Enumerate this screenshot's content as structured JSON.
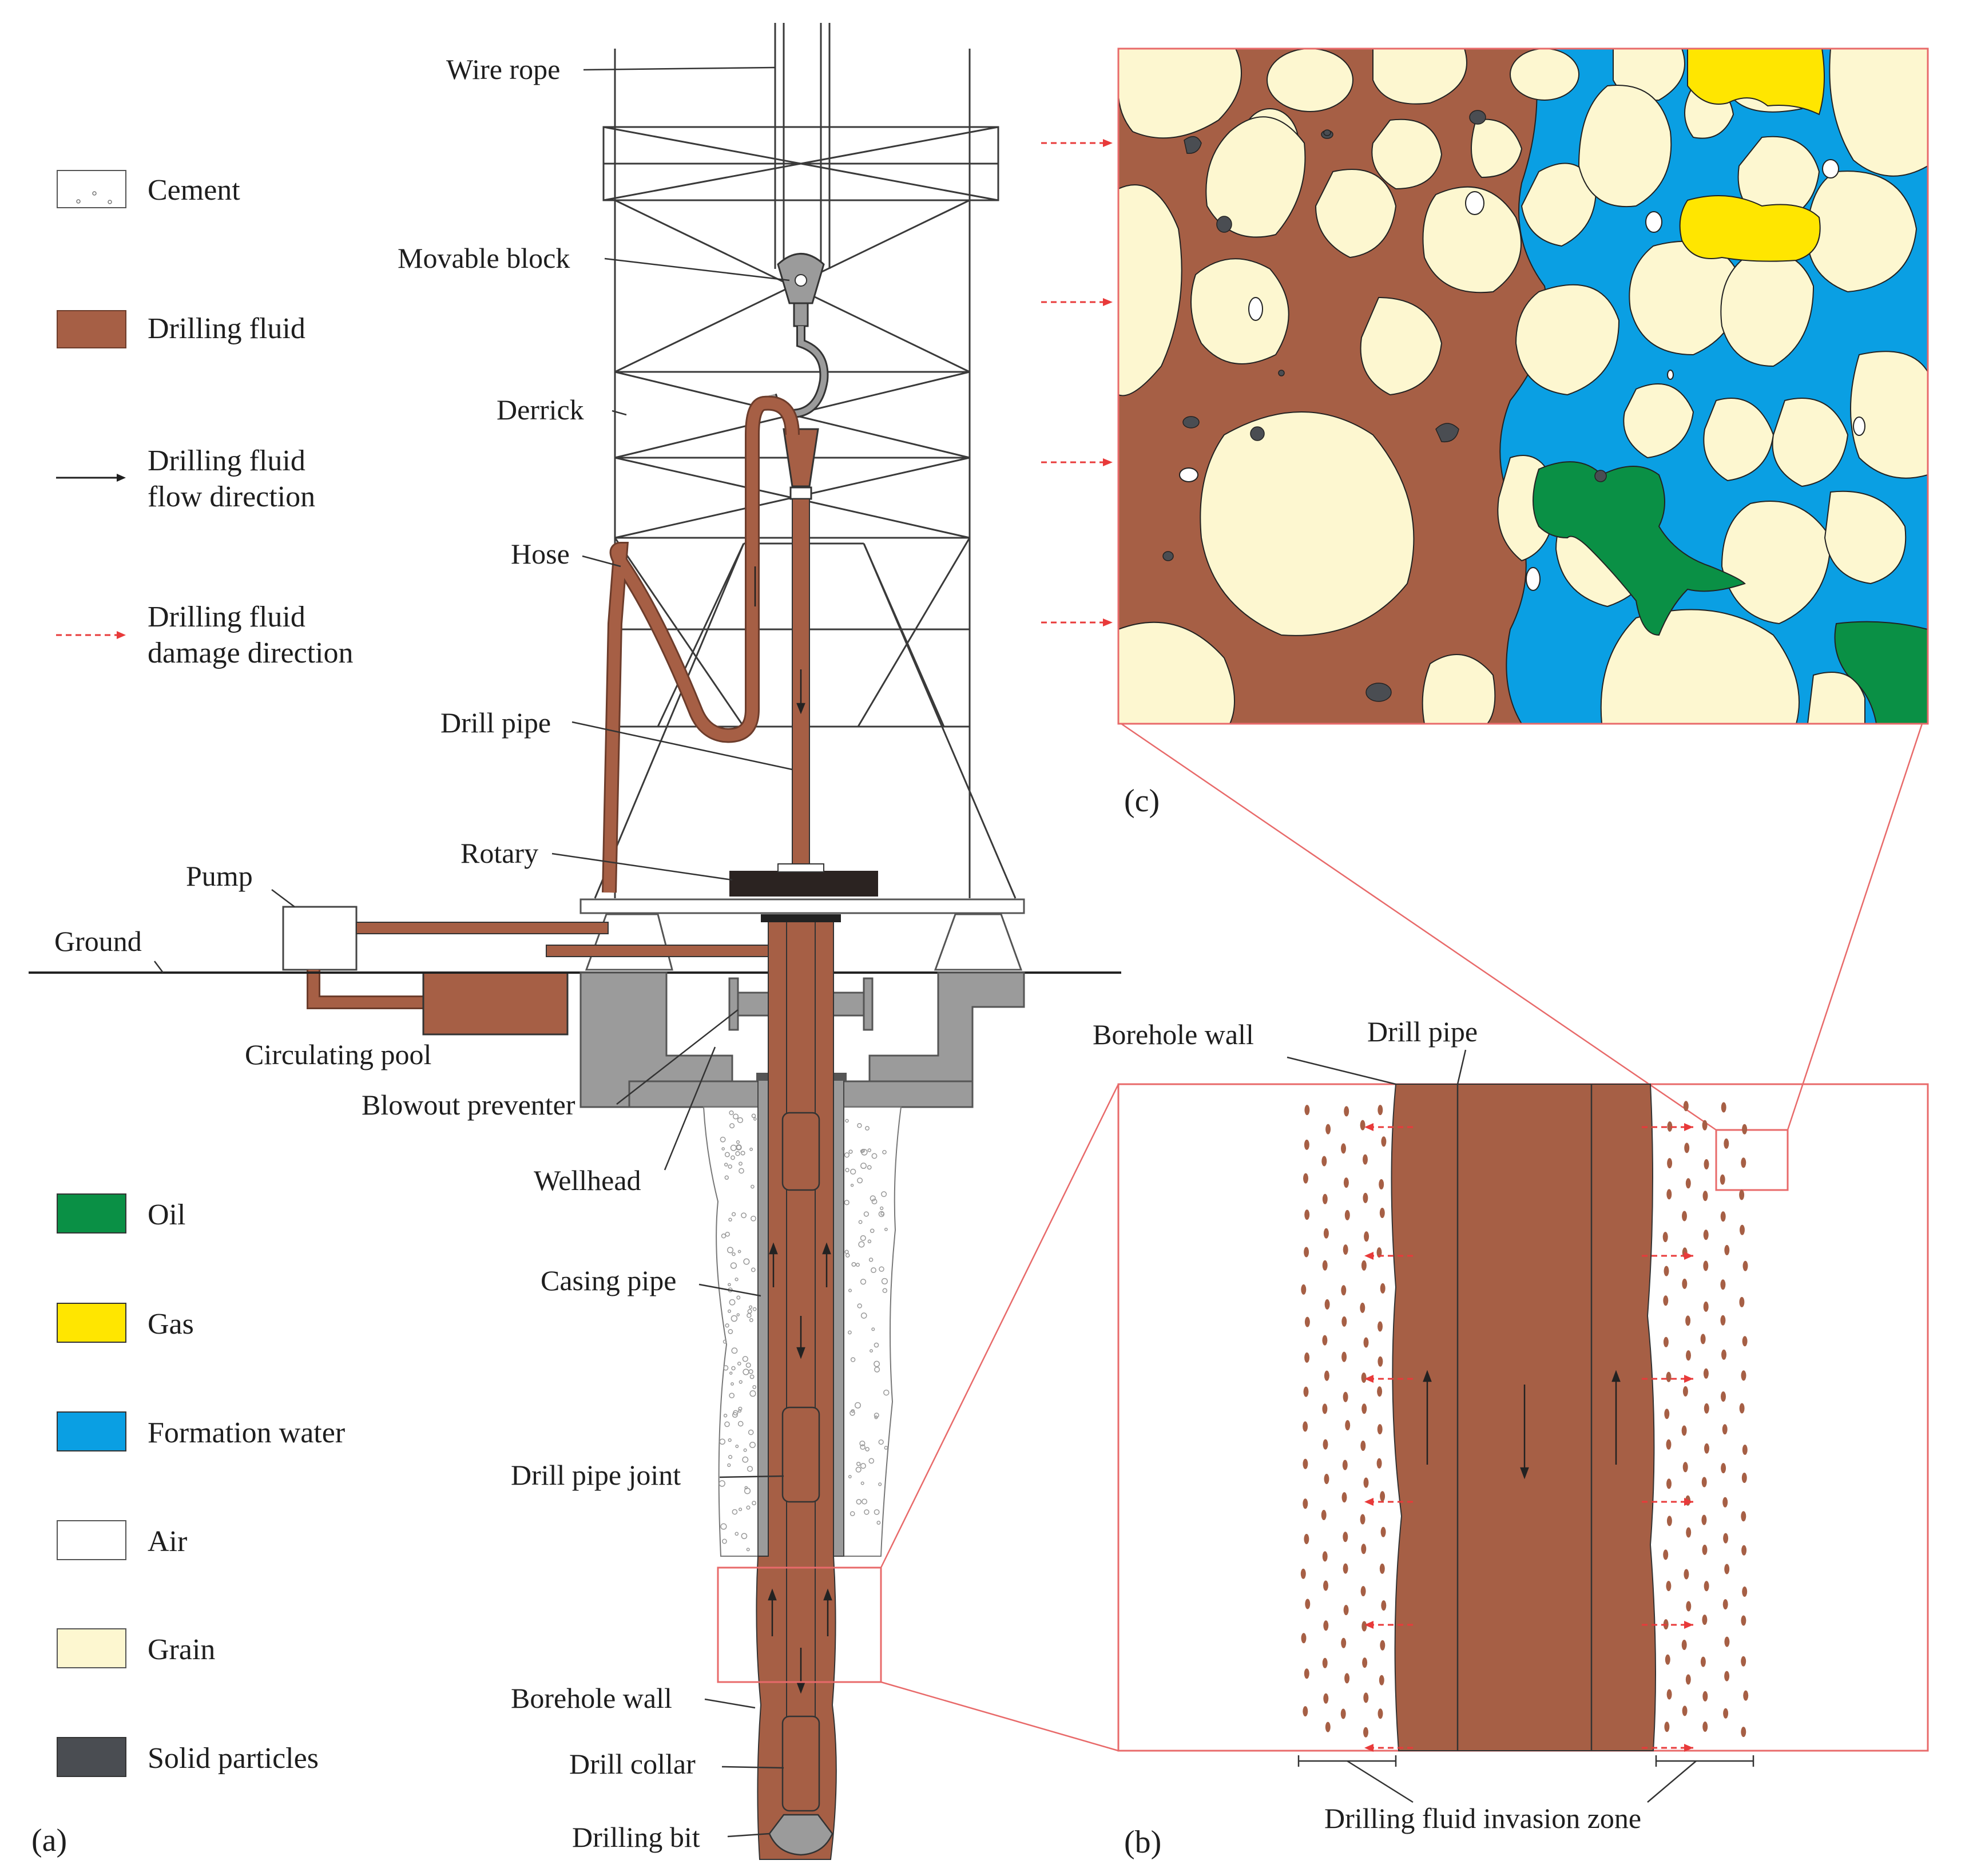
{
  "colors": {
    "drilling_fluid": "#a65f45",
    "oil": "#0a9045",
    "gas": "#ffe600",
    "formation_water": "#0a9fe3",
    "grain": "#fdf7d0",
    "solid_particles": "#4a4d52",
    "air": "#ffffff",
    "cement": "#ffffff",
    "steel": "#9b9b9b",
    "rotary": "#2b2321",
    "damage_arrow": "#e83a3a",
    "zoom_box": "#e86a6a"
  },
  "legend": [
    {
      "key": "cement",
      "label": "Cement",
      "swatch": "cement"
    },
    {
      "key": "drilling_fluid",
      "label": "Drilling fluid",
      "swatch": "drilling_fluid"
    },
    {
      "key": "flow_direction",
      "label": [
        "Drilling fluid",
        "flow direction"
      ],
      "swatch": "arrow"
    },
    {
      "key": "damage_direction",
      "label": [
        "Drilling fluid",
        "damage direction"
      ],
      "swatch": "dashed-arrow"
    },
    {
      "key": "oil",
      "label": "Oil",
      "swatch": "oil"
    },
    {
      "key": "gas",
      "label": "Gas",
      "swatch": "gas"
    },
    {
      "key": "formation_water",
      "label": "Formation water",
      "swatch": "formation_water"
    },
    {
      "key": "air",
      "label": "Air",
      "swatch": "air"
    },
    {
      "key": "grain",
      "label": "Grain",
      "swatch": "grain"
    },
    {
      "key": "solid_particles",
      "label": "Solid particles",
      "swatch": "solid_particles"
    }
  ],
  "rig_labels": {
    "wire_rope": "Wire rope",
    "movable_block": "Movable block",
    "derrick": "Derrick",
    "hose": "Hose",
    "drill_pipe": "Drill pipe",
    "rotary": "Rotary",
    "pump": "Pump",
    "ground": "Ground",
    "circulating_pool": "Circulating pool",
    "blowout_preventer": "Blowout preventer",
    "wellhead": "Wellhead",
    "casing_pipe": "Casing pipe",
    "drill_pipe_joint": "Drill pipe joint",
    "borehole_wall": "Borehole wall",
    "drill_collar": "Drill collar",
    "drilling_bit": "Drilling bit"
  },
  "panel_b_labels": {
    "borehole_wall": "Borehole wall",
    "drill_pipe": "Drill pipe",
    "invasion_zone": "Drilling fluid invasion zone"
  },
  "panel_tags": {
    "a": "(a)",
    "b": "(b)",
    "c": "(c)"
  }
}
